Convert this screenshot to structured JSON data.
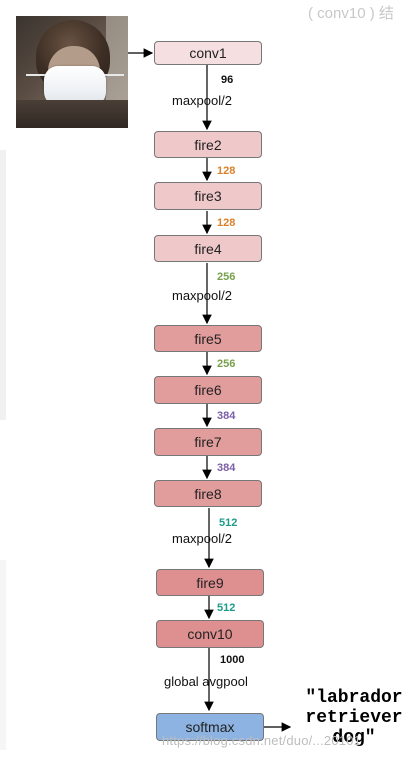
{
  "diagram": {
    "nodes": [
      {
        "id": "conv1",
        "label": "conv1",
        "color": "#f5dfe0"
      },
      {
        "id": "fire2",
        "label": "fire2",
        "color": "#efc8c9"
      },
      {
        "id": "fire3",
        "label": "fire3",
        "color": "#efc8c9"
      },
      {
        "id": "fire4",
        "label": "fire4",
        "color": "#efc8c9"
      },
      {
        "id": "fire5",
        "label": "fire5",
        "color": "#e19c9c"
      },
      {
        "id": "fire6",
        "label": "fire6",
        "color": "#e19c9c"
      },
      {
        "id": "fire7",
        "label": "fire7",
        "color": "#e19c9c"
      },
      {
        "id": "fire8",
        "label": "fire8",
        "color": "#e19c9c"
      },
      {
        "id": "fire9",
        "label": "fire9",
        "color": "#de8f90"
      },
      {
        "id": "conv10",
        "label": "conv10",
        "color": "#de8f90"
      },
      {
        "id": "softmax",
        "label": "softmax",
        "color": "#8db3e2"
      }
    ],
    "channel_labels": [
      {
        "value": "96",
        "color": "#111111"
      },
      {
        "value": "128",
        "color": "#d9822b"
      },
      {
        "value": "128",
        "color": "#d9822b"
      },
      {
        "value": "256",
        "color": "#77a04a"
      },
      {
        "value": "256",
        "color": "#77a04a"
      },
      {
        "value": "384",
        "color": "#7a5ea8"
      },
      {
        "value": "384",
        "color": "#7a5ea8"
      },
      {
        "value": "512",
        "color": "#1f9a8a"
      },
      {
        "value": "512",
        "color": "#1f9a8a"
      },
      {
        "value": "1000",
        "color": "#111111"
      }
    ],
    "operations": [
      "maxpool/2",
      "maxpool/2",
      "maxpool/2",
      "global avgpool"
    ],
    "output_lines": [
      "\"labrador",
      "retriever",
      "dog\""
    ]
  },
  "ghost_text": {
    "top_right": "( conv10 ) 结",
    "watermark": "https://blog.csdn.net/duo/...20101"
  }
}
